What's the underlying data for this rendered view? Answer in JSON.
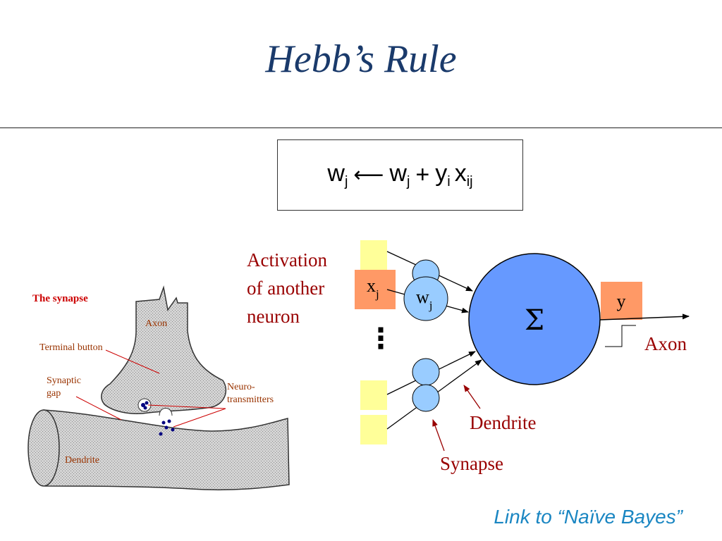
{
  "slide": {
    "title": "Hebb’s Rule",
    "formula": {
      "lhs_var": "w",
      "lhs_sub": "j",
      "arrow": "⟵",
      "rhs1_var": "w",
      "rhs1_sub": "j",
      "plus": "+",
      "rhs2_var": "y",
      "rhs2_sub": "i",
      "rhs3_var": "x",
      "rhs3_sub": "ij"
    },
    "link_text": "Link to “Naïve Bayes”"
  },
  "neuron_diagram": {
    "activation_label": [
      "Activation",
      "of another",
      "neuron"
    ],
    "input_var": "x",
    "input_sub": "j",
    "weight_var": "w",
    "weight_sub": "j",
    "ellipsis": "⋮",
    "sum_symbol": "Σ",
    "output_label": "y",
    "axon_label": "Axon",
    "dendrite_label": "Dendrite",
    "synapse_label": "Synapse",
    "colors": {
      "input_box": "#ffff99",
      "highlight_box": "#ff9966",
      "synapse_fill": "#99ccff",
      "soma_fill": "#6699ff",
      "label_red": "#990000"
    }
  },
  "synapse_illustration": {
    "title": "The synapse",
    "labels": {
      "axon": "Axon",
      "terminal_button": "Terminal button",
      "synaptic_gap": [
        "Synaptic",
        "gap"
      ],
      "neuro_transmitters": [
        "Neuro-",
        "transmitters"
      ],
      "dendrite": "Dendrite"
    },
    "colors": {
      "title_red": "#cc0000",
      "label_brown": "#993300",
      "tissue_fill": "#cccccc",
      "transmitter_blue": "#000080"
    }
  }
}
